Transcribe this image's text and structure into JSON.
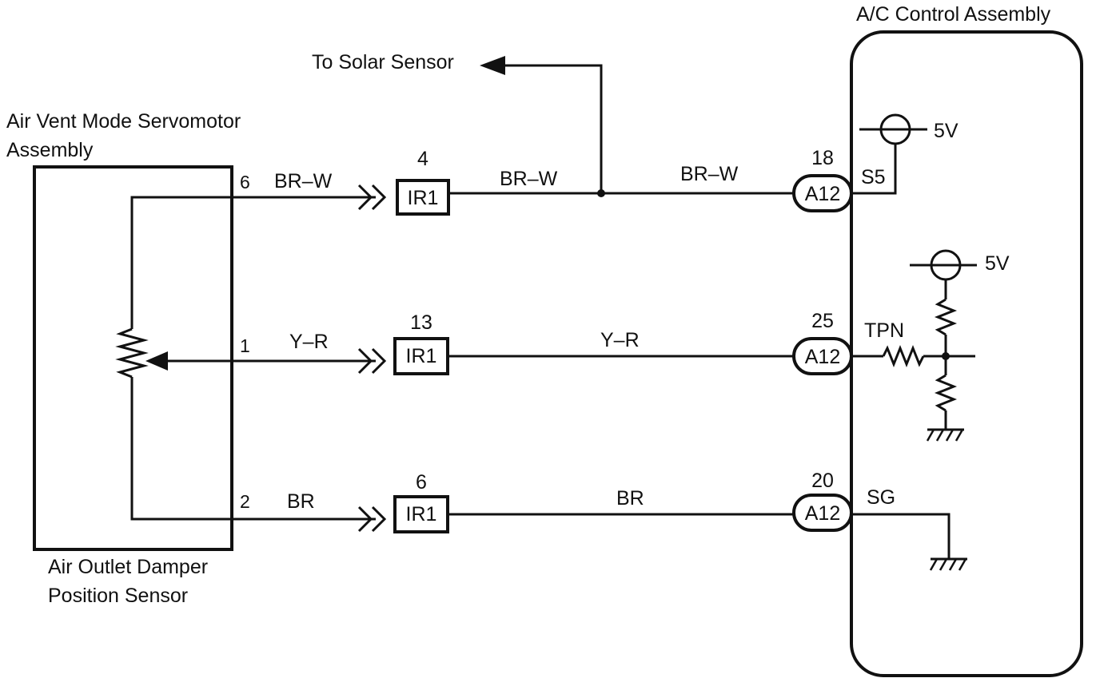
{
  "left_component": {
    "title_line1": "Air Vent Mode Servomotor",
    "title_line2": "Assembly",
    "sensor_line1": "Air Outlet Damper",
    "sensor_line2": "Position Sensor",
    "pins": [
      "6",
      "1",
      "2"
    ]
  },
  "right_component": {
    "title": "A/C Control Assembly",
    "terminals": [
      "S5",
      "TPN",
      "SG"
    ],
    "supply_labels": [
      "5V",
      "5V"
    ]
  },
  "branch": {
    "label": "To Solar Sensor"
  },
  "wires": [
    {
      "pin": "6",
      "color": "BR–W",
      "color_mid": "BR–W",
      "color_right": "BR–W",
      "ir_pin": "4",
      "ir_name": "IR1",
      "a_pin": "18",
      "a_name": "A12"
    },
    {
      "pin": "1",
      "color": "Y–R",
      "color_mid": "Y–R",
      "ir_pin": "13",
      "ir_name": "IR1",
      "a_pin": "25",
      "a_name": "A12"
    },
    {
      "pin": "2",
      "color": "BR",
      "color_mid": "BR",
      "ir_pin": "6",
      "ir_name": "IR1",
      "a_pin": "20",
      "a_name": "A12"
    }
  ]
}
